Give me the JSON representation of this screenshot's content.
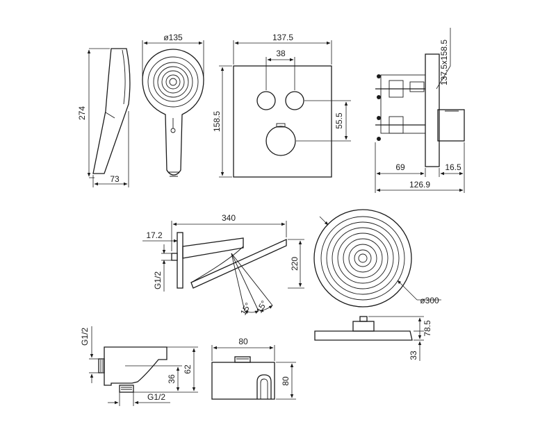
{
  "dimensions": {
    "handshower_height": "274",
    "handshower_depth": "73",
    "handshower_dia": "ø135",
    "plate_width": "137.5",
    "buttons_spacing": "38",
    "plate_height": "158.5",
    "thermostat_offset": "55.5",
    "side_plate_size": "137.5x158.5",
    "side_depth_69": "69",
    "side_depth_16_5": "16.5",
    "side_total": "126.9",
    "arm_length": "340",
    "arm_wall": "17.2",
    "arm_thread": "G1/2",
    "arm_height": "220",
    "angle_1": "15°",
    "angle_2": "15°",
    "overhead_dia": "ø300",
    "overhead_height": "78.5",
    "overhead_thickness": "33",
    "elbow_thread_top": "G1/2",
    "elbow_36": "36",
    "elbow_62": "62",
    "elbow_thread_bottom": "G1/2",
    "holder_width": "80",
    "holder_height": "80"
  }
}
